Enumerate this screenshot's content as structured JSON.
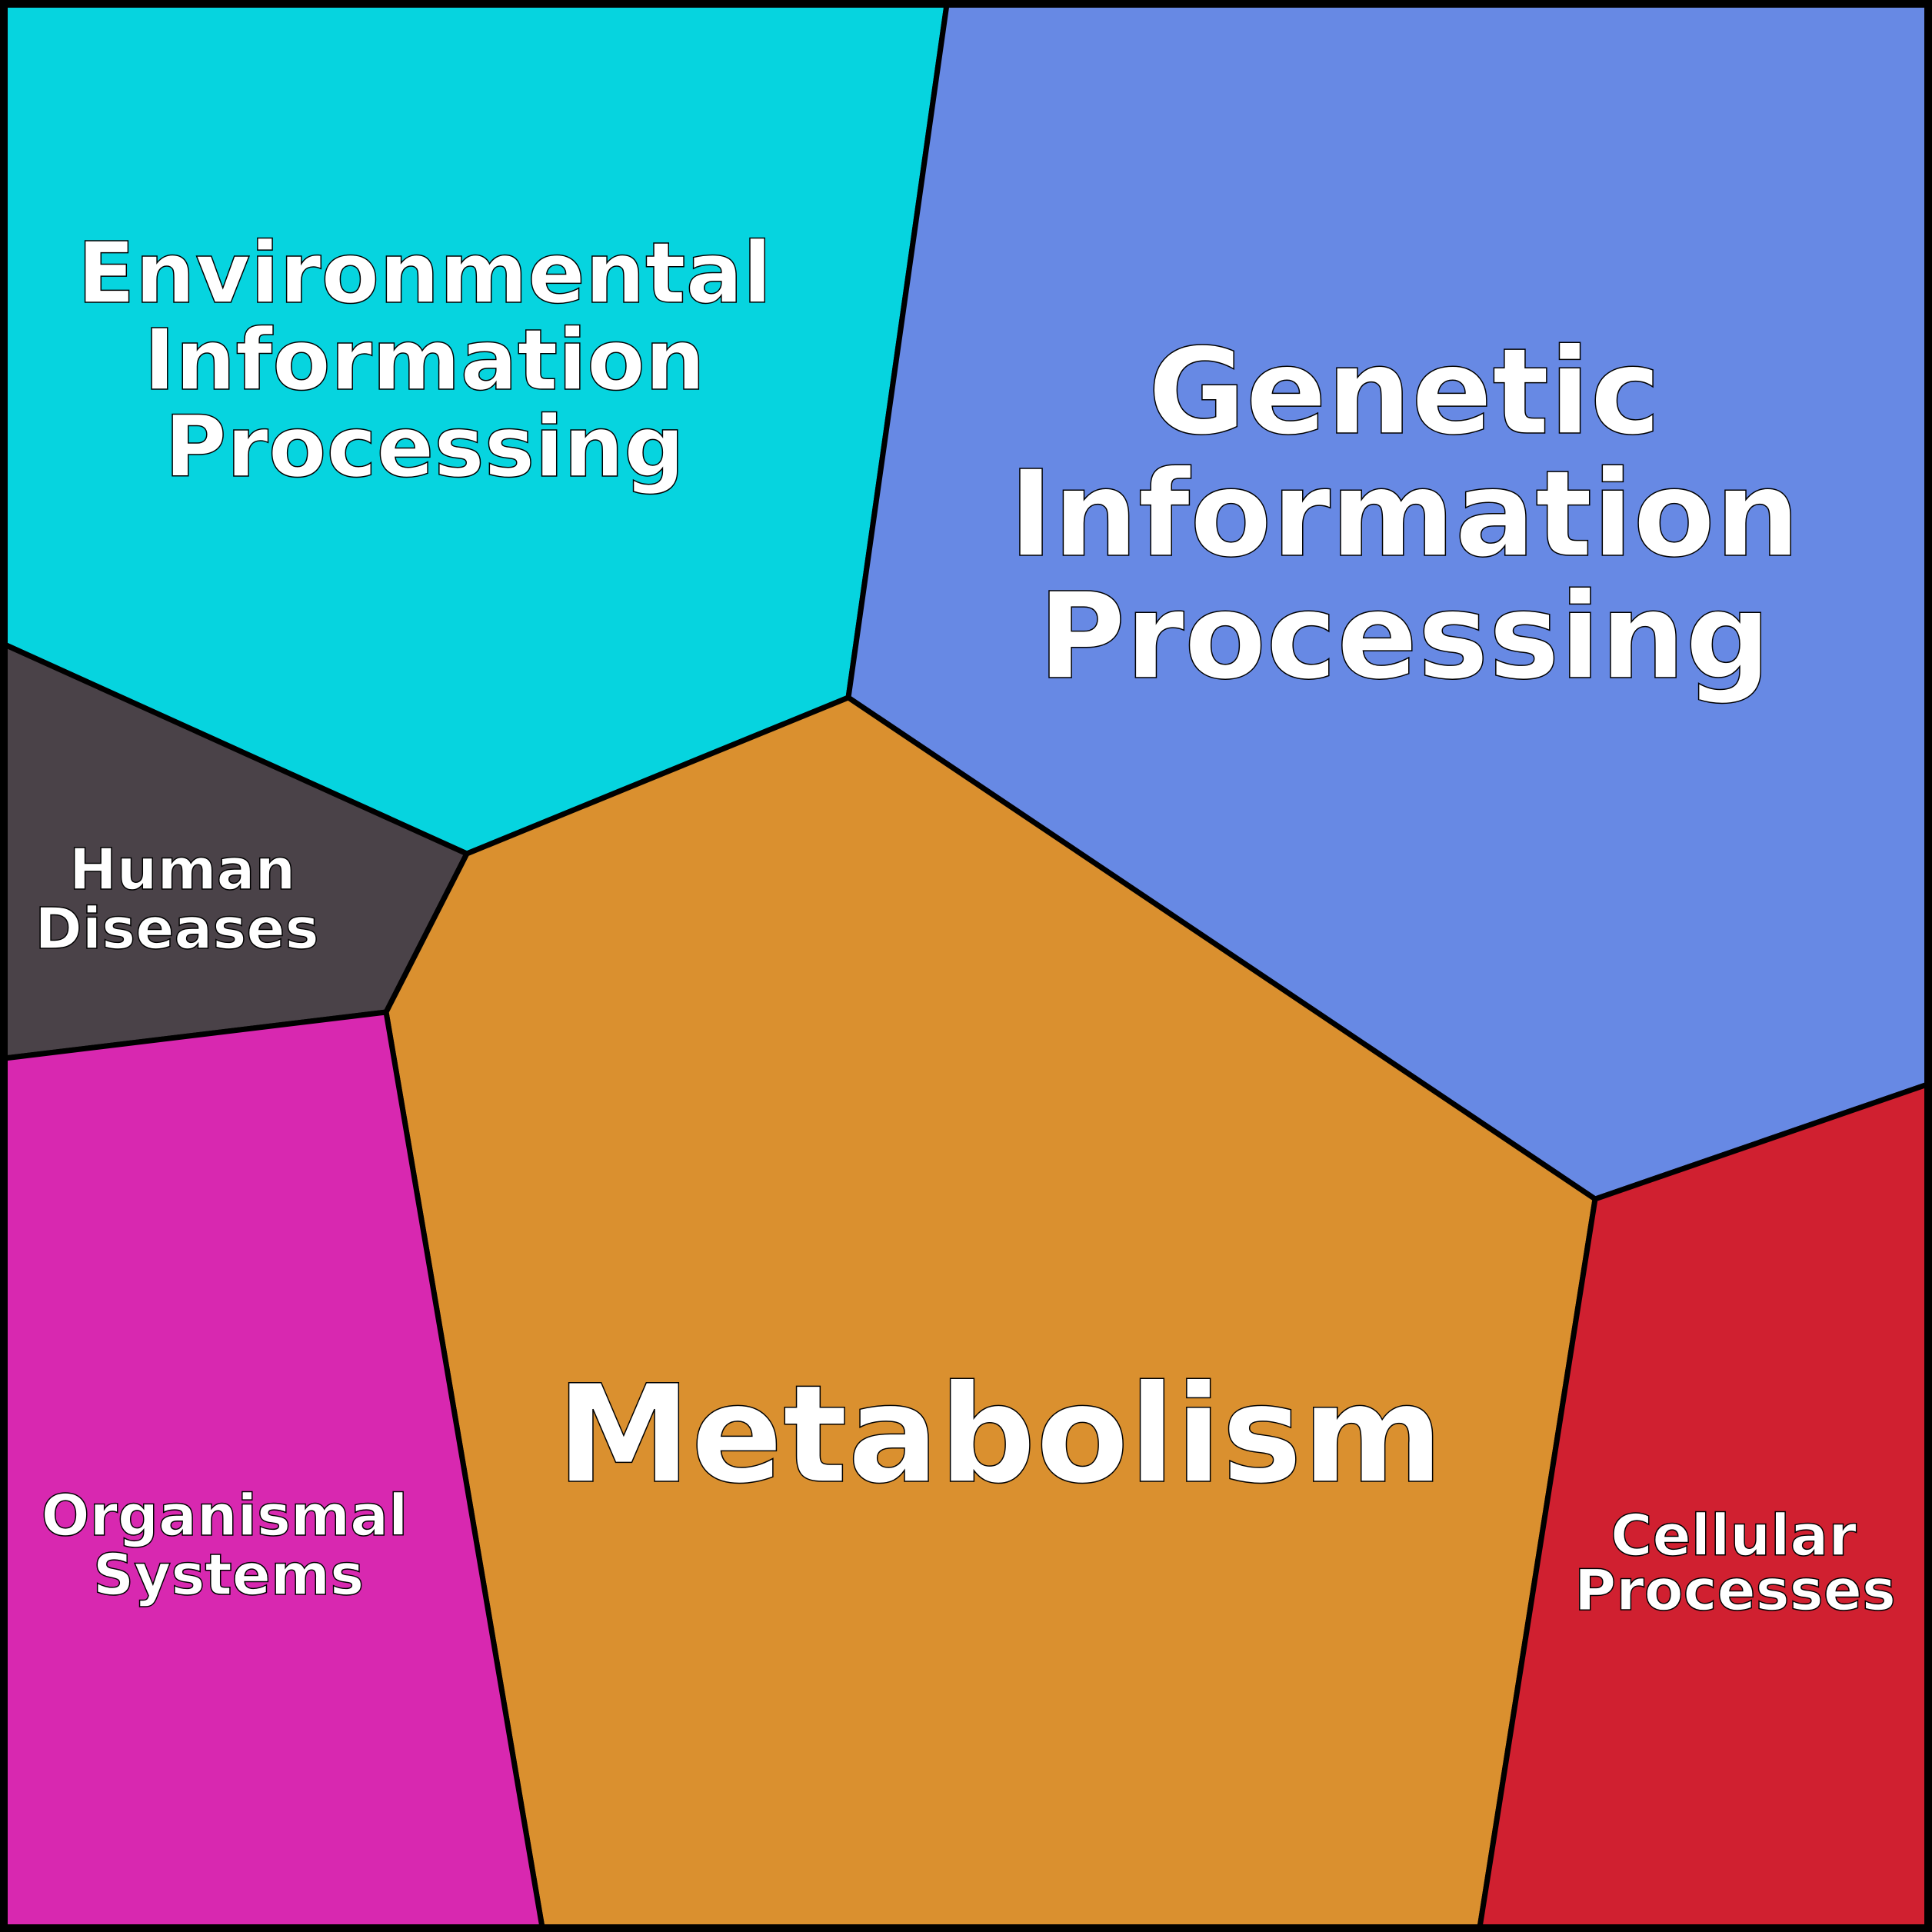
{
  "title": "KEGG pathway categories",
  "colors": {
    "environmental": "#06d4df",
    "genetic": "#6789e4",
    "human": "#4a4248",
    "metabolism": "#da902f",
    "organismal": "#d828b0",
    "cellular": "#d02030",
    "border": "#000000",
    "text": "#ffffff"
  },
  "regions": {
    "environmental": {
      "line1": "Environmental",
      "line2": "Information",
      "line3": "Processing"
    },
    "genetic": {
      "line1": "Genetic",
      "line2": "Information",
      "line3": "Processing"
    },
    "human": {
      "line1": "Human",
      "line2": "Diseases"
    },
    "metabolism": {
      "line1": "Metabolism"
    },
    "organismal": {
      "line1": "Organismal",
      "line2": "Systems"
    },
    "cellular": {
      "line1": "Cellular",
      "line2": "Processes"
    }
  }
}
